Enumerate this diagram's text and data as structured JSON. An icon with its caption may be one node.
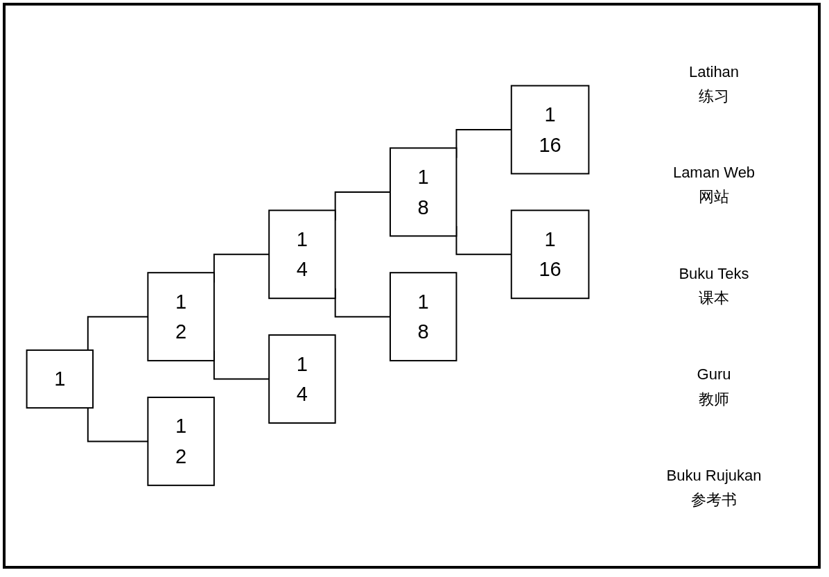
{
  "diagram": {
    "nodes": [
      {
        "text": [
          "1"
        ]
      },
      {
        "text": [
          "1",
          "2"
        ]
      },
      {
        "text": [
          "1",
          "2"
        ]
      },
      {
        "text": [
          "1",
          "4"
        ]
      },
      {
        "text": [
          "1",
          "4"
        ]
      },
      {
        "text": [
          "1",
          "8"
        ]
      },
      {
        "text": [
          "1",
          "8"
        ]
      },
      {
        "text": [
          "1",
          "16"
        ]
      },
      {
        "text": [
          "1",
          "16"
        ]
      }
    ],
    "edges": [
      {
        "from": 0,
        "to": 1,
        "arrow": "none"
      },
      {
        "from": 0,
        "to": 2,
        "arrow": "none"
      },
      {
        "from": 1,
        "to": 3,
        "arrow": "none"
      },
      {
        "from": 1,
        "to": 4,
        "arrow": "none"
      },
      {
        "from": 3,
        "to": 5,
        "arrow": "none"
      },
      {
        "from": 3,
        "to": 6,
        "arrow": "none"
      },
      {
        "from": 5,
        "to": 7,
        "arrow": "none"
      },
      {
        "from": 5,
        "to": 8,
        "arrow": "none"
      }
    ],
    "labels": [
      "Latihan",
      "练习",
      "Laman Web",
      "网站",
      "Buku Teks",
      "课本",
      "Guru",
      "教师",
      "Buku Rujukan",
      "参考书"
    ]
  }
}
